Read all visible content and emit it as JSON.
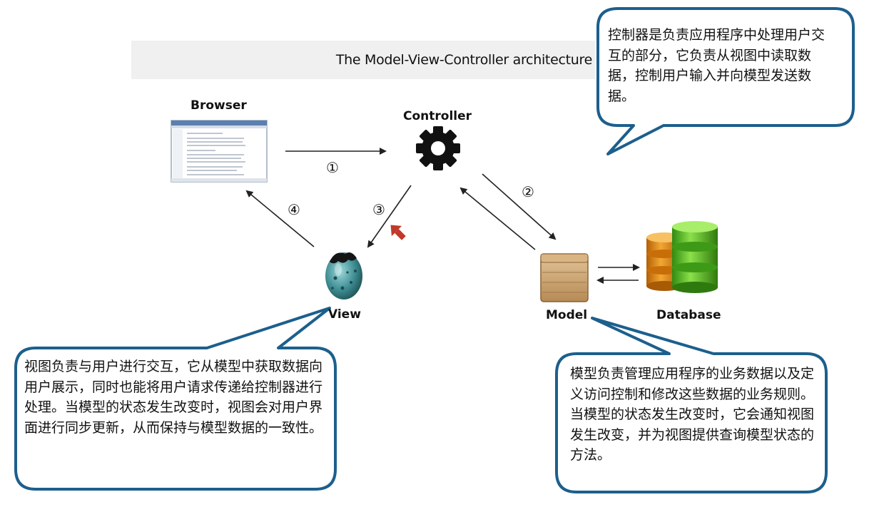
{
  "title": "The Model-View-Controller architecture",
  "nodes": {
    "browser": "Browser",
    "controller": "Controller",
    "view": "View",
    "model": "Model",
    "database": "Database"
  },
  "steps": {
    "s1": "①",
    "s2": "②",
    "s3": "③",
    "s4": "④"
  },
  "callouts": {
    "controller": "控制器是负责应用程序中处理用户交互的部分，它负责从视图中读取数据，控制用户输入并向模型发送数据。",
    "view": "视图负责与用户进行交互，它从模型中获取数据向用户展示，同时也能将用户请求传递给控制器进行处理。当模型的状态发生改变时，视图会对用户界面进行同步更新，从而保持与模型数据的一致性。",
    "model": "模型负责管理应用程序的业务数据以及定义访问控制和修改这些数据的业务规则。当模型的状态发生改变时，它会通知视图发生改变，并为视图提供查询模型状态的方法。"
  },
  "colors": {
    "callout_border": "#1c5f8c",
    "title_band": "#f0f0f0",
    "arrow": "#222222",
    "red_arrow": "#c0392b",
    "gear": "#111111",
    "egg": "#3f8f95",
    "crate": "#c7a57a",
    "db_orange": "#e08a12",
    "db_green": "#5cbf26"
  }
}
